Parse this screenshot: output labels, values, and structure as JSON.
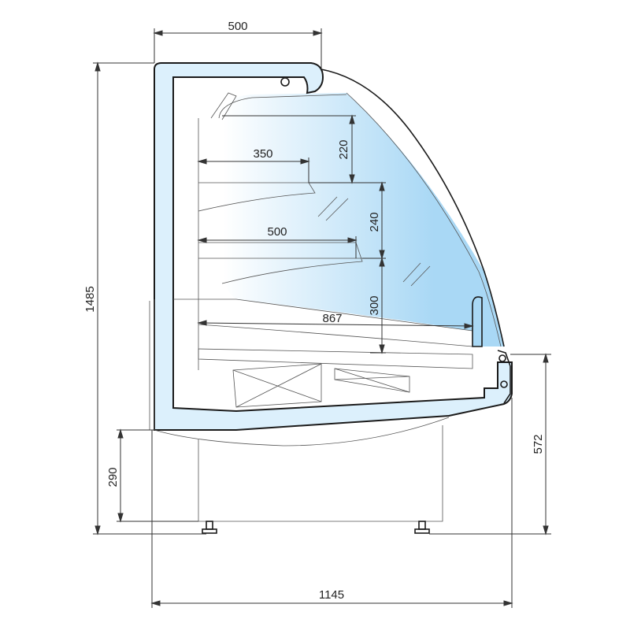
{
  "colors": {
    "insulation": "#dcf0fc",
    "glass_light": "#ffffff",
    "glass_blue": "#a9d8f5",
    "line": "#1a1a1a"
  },
  "dimensions": {
    "top_width": "500",
    "total_height": "1485",
    "shelf1_height": "220",
    "shelf1_depth": "350",
    "shelf2_height": "240",
    "shelf2_depth": "500",
    "shelf3_height": "300",
    "base_depth": "867",
    "counter_height": "572",
    "leg_height": "290",
    "total_width": "1145"
  }
}
